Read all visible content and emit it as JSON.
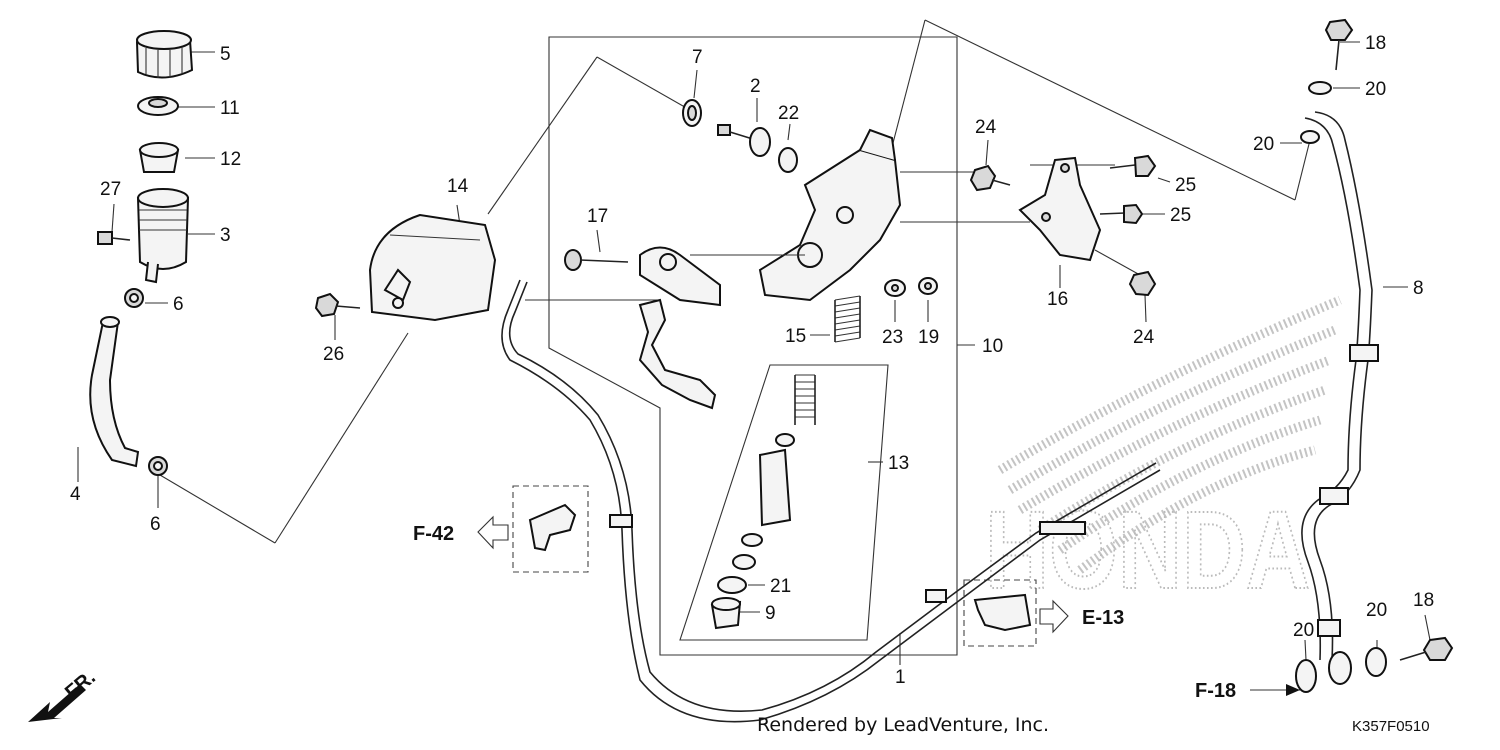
{
  "labels": {
    "l1": "1",
    "l2": "2",
    "l3": "3",
    "l4": "4",
    "l5": "5",
    "l6a": "6",
    "l6b": "6",
    "l7": "7",
    "l8": "8",
    "l9": "9",
    "l10": "10",
    "l11": "11",
    "l12": "12",
    "l13": "13",
    "l14": "14",
    "l15": "15",
    "l16": "16",
    "l17": "17",
    "l18a": "18",
    "l18b": "18",
    "l19": "19",
    "l20a": "20",
    "l20b": "20",
    "l20c": "20",
    "l20d": "20",
    "l21": "21",
    "l22": "22",
    "l23": "23",
    "l24a": "24",
    "l24b": "24",
    "l25a": "25",
    "l25b": "25",
    "l26": "26",
    "l27": "27"
  },
  "references": {
    "f42": "F-42",
    "e13": "E-13",
    "f18": "F-18",
    "fr": "FR."
  },
  "watermark": "HONDA",
  "footer": {
    "credit": "Rendered by LeadVenture, Inc.",
    "diagram_code": "K357F0510"
  }
}
